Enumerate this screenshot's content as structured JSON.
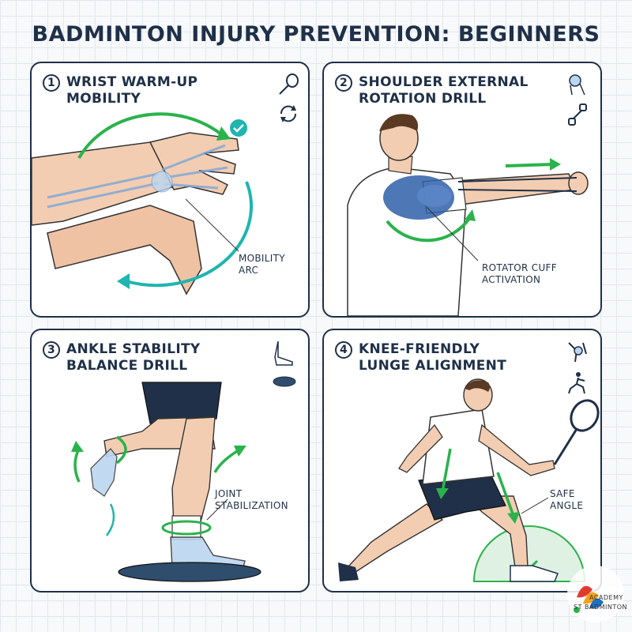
{
  "title": "BADMINTON INJURY PREVENTION: BEGINNERS",
  "panels": [
    {
      "number": "1",
      "title_line1": "WRIST WARM-UP",
      "title_line2": "MOBILITY",
      "callout_line1": "MOBILITY",
      "callout_line2": "ARC"
    },
    {
      "number": "2",
      "title_line1": "SHOULDER EXTERNAL",
      "title_line2": "ROTATION DRILL",
      "callout_line1": "ROTATOR CUFF",
      "callout_line2": "ACTIVATION"
    },
    {
      "number": "3",
      "title_line1": "ANKLE STABILITY",
      "title_line2": "BALANCE DRILL",
      "callout_line1": "JOINT",
      "callout_line2": "STABILIZATION"
    },
    {
      "number": "4",
      "title_line1": "KNEE-FRIENDLY",
      "title_line2": "LUNGE ALIGNMENT",
      "callout_line1": "SAFE",
      "callout_line2": "ANGLE"
    }
  ],
  "logo": {
    "line1": "ACADEMY",
    "line2": "ST BADMINTON"
  },
  "colors": {
    "navy": "#1f3048",
    "green": "#2bb24c",
    "teal": "#1fb5b0",
    "muscle": "#2f5fa8",
    "skin": "#f3cdb2"
  },
  "icons": [
    "racket-icon",
    "rotate-arrows-icon",
    "checkmark-icon",
    "shoulder-joint-icon",
    "resistance-band-icon",
    "foot-icon",
    "balance-disc-icon",
    "knee-joint-icon",
    "lunge-figure-icon"
  ]
}
